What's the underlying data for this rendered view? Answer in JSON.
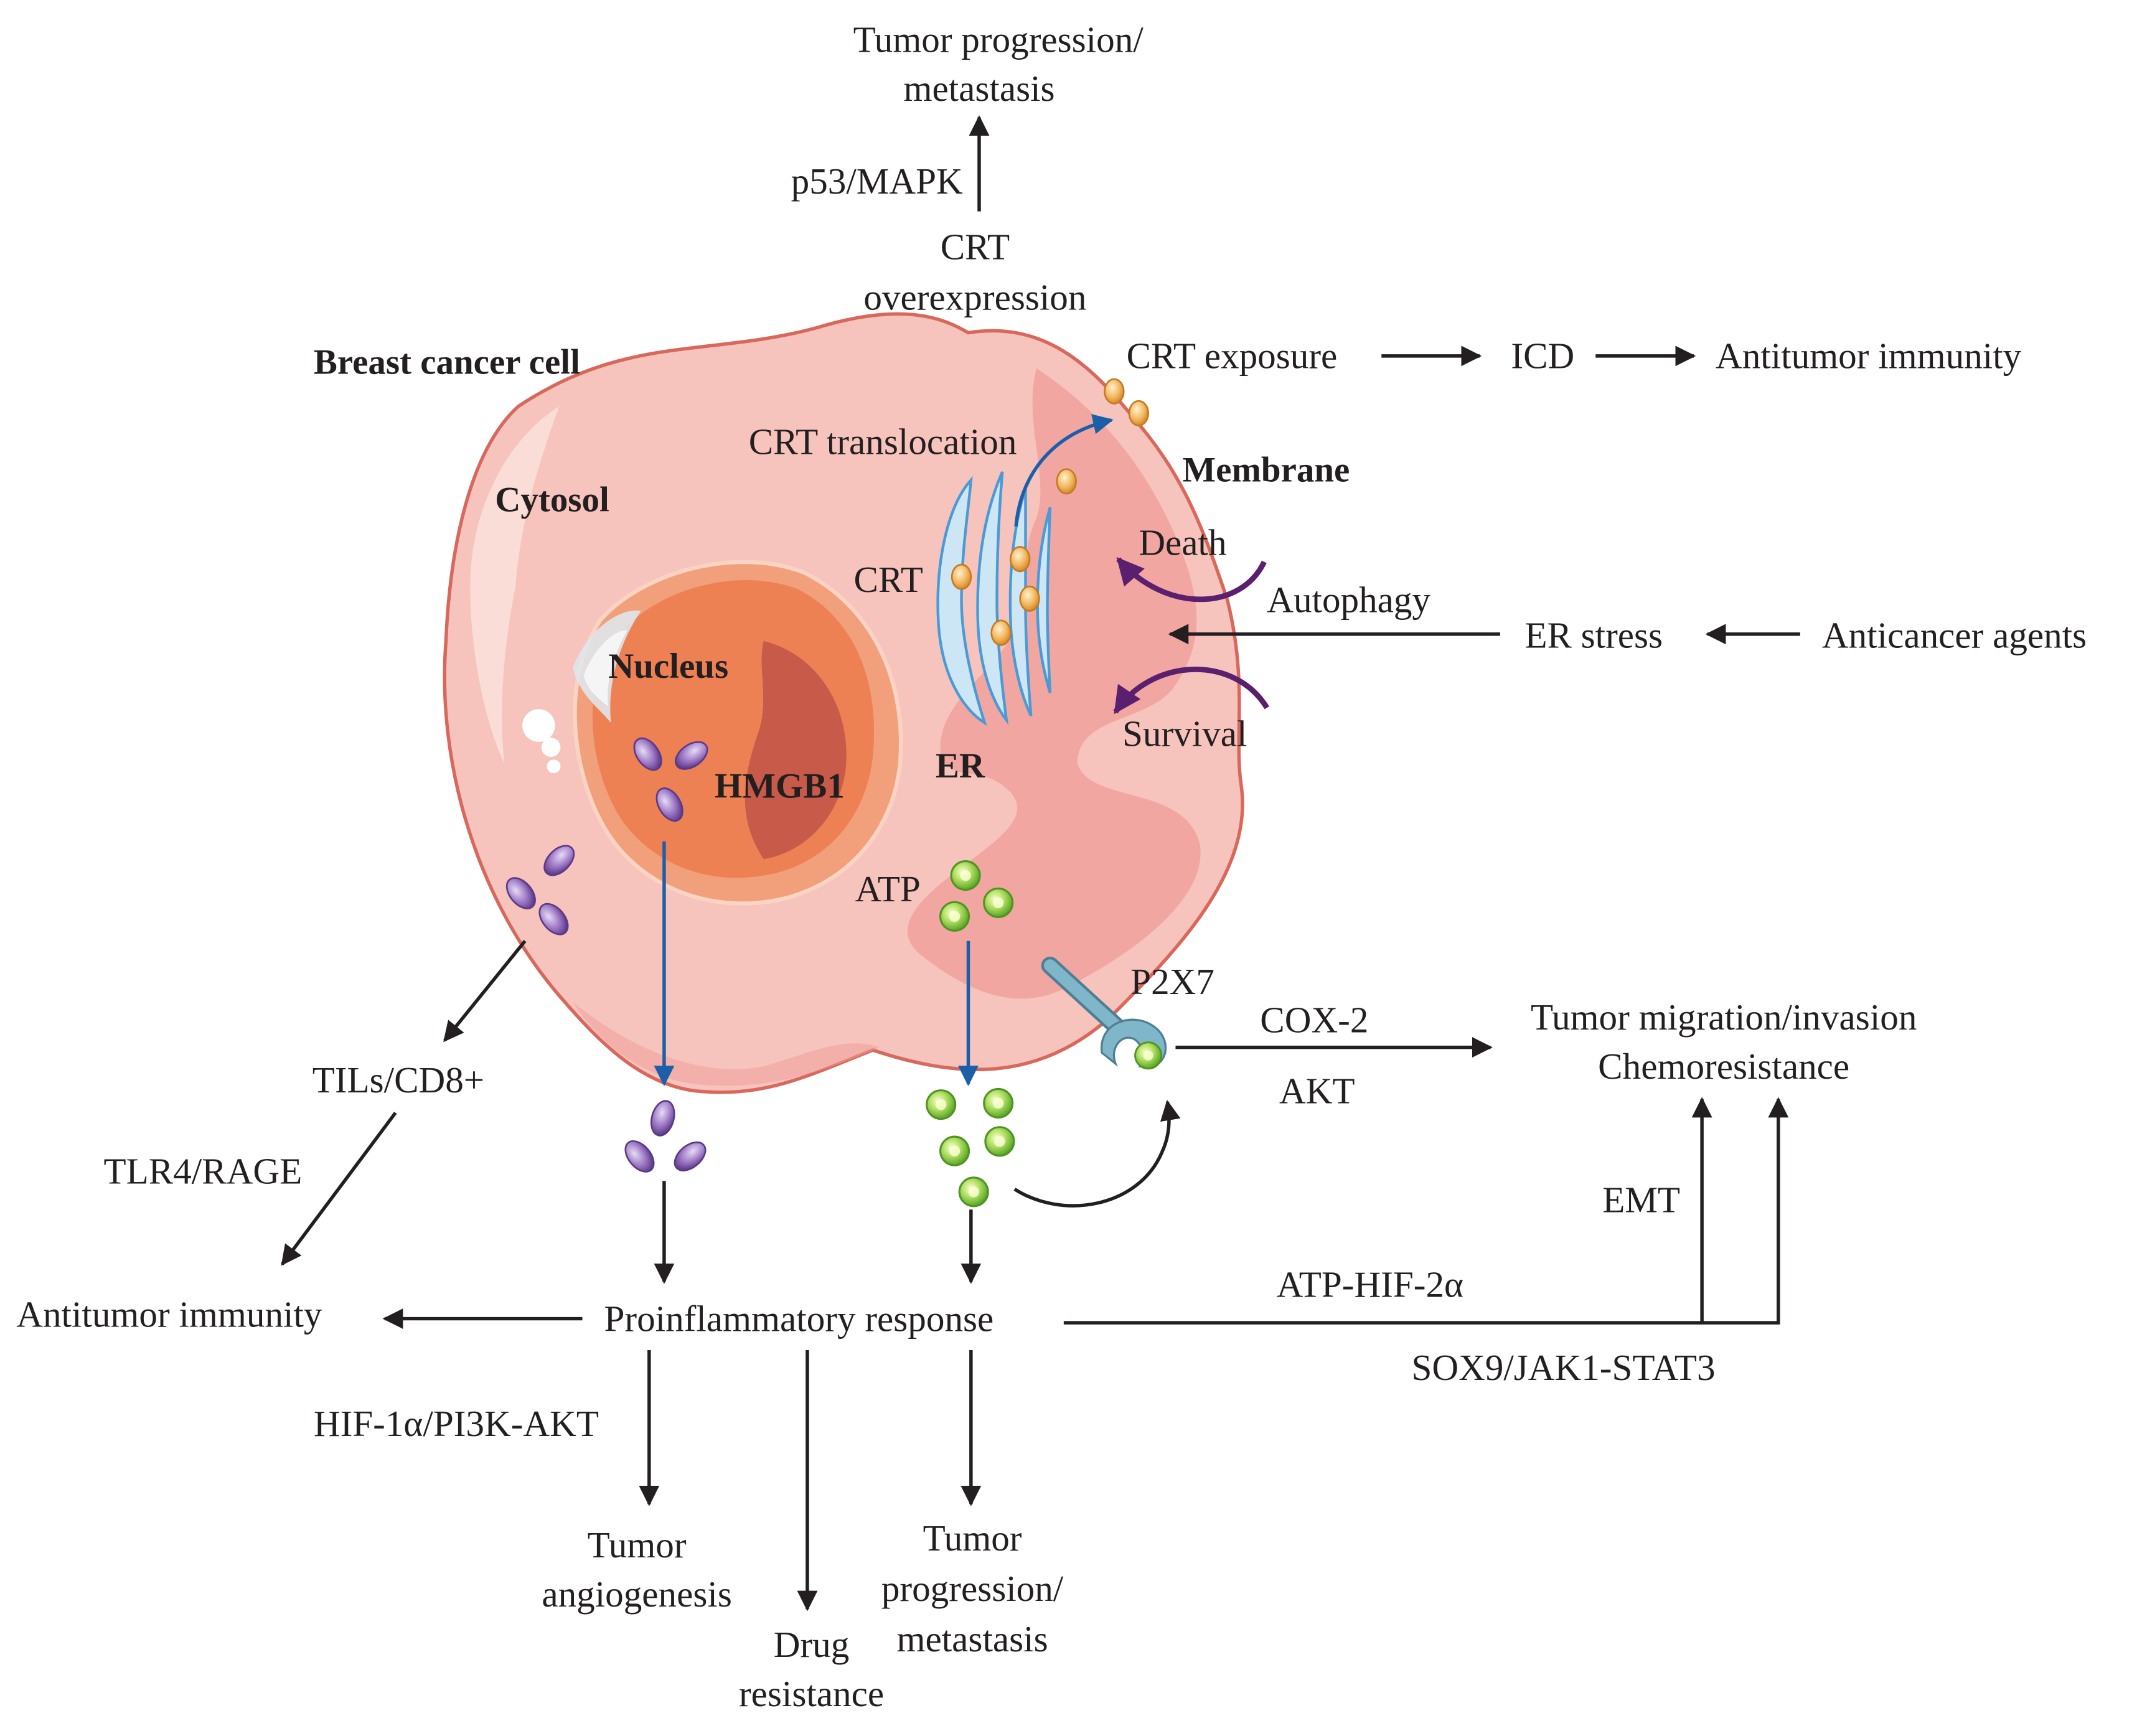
{
  "colors": {
    "cell_fill": "#f6c3bd",
    "cell_outline": "#d9685c",
    "cell_inner": "#ef9c98",
    "nucleus_outer": "#f2a07c",
    "nucleus": "#ee8154",
    "nucleolus": "#c85a4a",
    "er_fill": "#cde6f6",
    "er_stroke": "#4a9ad6",
    "crt_protein": "#f3b860",
    "hmgb1_protein": "#9d78c5",
    "atp_molecule": "#8ed24a",
    "receptor": "#7fb6c9",
    "arrow_black": "#231f20",
    "arrow_blue": "#1b5fa8",
    "arrow_purple": "#5a1f6e"
  },
  "icons": {
    "crt_protein": "orange-oval-molecule-icon",
    "hmgb1_protein": "purple-oval-molecule-icon",
    "atp_molecule": "green-sphere-molecule-icon",
    "p2x7_receptor": "receptor-icon"
  },
  "top": {
    "progression_line1": "Tumor progression/",
    "progression_line2": "metastasis",
    "pathway": "p53/MAPK",
    "overexpression_line1": "CRT",
    "overexpression_line2": "overexpression"
  },
  "cell": {
    "title": "Breast cancer cell",
    "cytosol": "Cytosol",
    "nucleus": "Nucleus",
    "hmgb1": "HMGB1",
    "er": "ER",
    "crt": "CRT",
    "crt_translocation": "CRT translocation",
    "membrane": "Membrane",
    "atp": "ATP",
    "p2x7": "P2X7"
  },
  "right": {
    "crt_exposure": "CRT exposure",
    "icd": "ICD",
    "antitumor_immunity": "Antitumor immunity",
    "death": "Death",
    "autophagy": "Autophagy",
    "survival": "Survival",
    "er_stress": "ER stress",
    "anticancer_agents": "Anticancer agents",
    "cox2": "COX-2",
    "akt": "AKT",
    "migration_line1": "Tumor migration/invasion",
    "migration_line2": "Chemoresistance",
    "emt": "EMT",
    "atp_hif": "ATP-HIF-2α",
    "sox9": "SOX9/JAK1-STAT3"
  },
  "bottom": {
    "tils": "TILs/CD8+",
    "tlr4": "TLR4/RAGE",
    "antitumor_immunity": "Antitumor immunity",
    "proinflammatory": "Proinflammatory response",
    "hif1": "HIF-1α/PI3K-AKT",
    "angiogenesis_line1": "Tumor",
    "angiogenesis_line2": "angiogenesis",
    "drug_line1": "Drug",
    "drug_line2": "resistance",
    "progression_line1": "Tumor",
    "progression_line2": "progression/",
    "progression_line3": "metastasis"
  }
}
